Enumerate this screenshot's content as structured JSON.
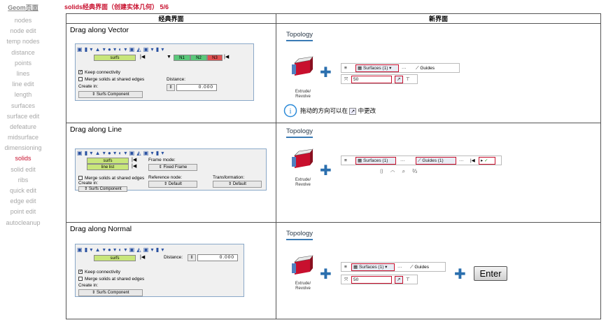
{
  "sidebar": {
    "head": "Geom页面",
    "items": [
      "nodes",
      "node edit",
      "temp nodes",
      "distance",
      "points",
      "lines",
      "line edit",
      "length",
      "surfaces",
      "surface edit",
      "defeature",
      "midsurface",
      "dimensioning",
      "solids",
      "solid edit",
      "ribs",
      "quick edit",
      "edge edit",
      "point edit",
      "autocleanup"
    ],
    "active": "solids"
  },
  "title": "solids经典界面（创建实体几何） 5/6",
  "table": {
    "col_old": "经典界面",
    "col_new": "新界面",
    "rows": [
      {
        "label": "Drag along Vector"
      },
      {
        "label": "Drag along Line"
      },
      {
        "label": "Drag along Normal"
      }
    ]
  },
  "old": {
    "surfs": "surfs",
    "line_list": "line list",
    "n1": "N1",
    "n2": "N2",
    "n3": "N3",
    "keep": "Keep connectivity",
    "merge": "Merge solids at shared edges",
    "create_in": "Create in:",
    "comp": "Surfs Component",
    "distance": "Distance:",
    "distance_val": "0.000",
    "frame_mode": "Frame mode:",
    "fixed_frame": "Fixed Frame",
    "ref_node": "Reference node:",
    "transformation": "Transformation:",
    "default": "Default"
  },
  "new": {
    "topology": "Topology",
    "extrude": "Extrude/ Revolve",
    "surfaces_sel": "Surfaces (1) ▾",
    "surfaces": "Surfaces (1)",
    "guides": "Guides",
    "guides1": "Guides (1)",
    "val50": "50",
    "dots": "···",
    "info": "拖动的方向可以在",
    "info2": "中更改",
    "info_icon": "i",
    "enter": "Enter"
  },
  "colors": {
    "accent": "#c8102e",
    "blue": "#2b6fae",
    "surfs_green": "#c8e67a",
    "n_green": "#5ac87a",
    "n_red": "#e05050"
  }
}
